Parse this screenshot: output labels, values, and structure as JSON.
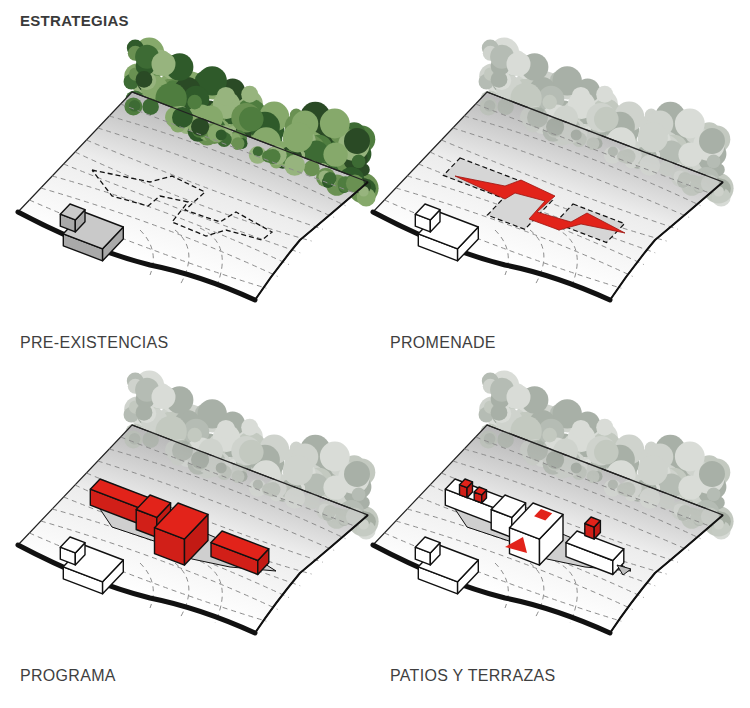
{
  "diagram": {
    "title": "ESTRATEGIAS",
    "labels": [
      "PRE-EXISTENCIAS",
      "PROMENADE",
      "PROGRAMA",
      "PATIOS Y TERRAZAS"
    ]
  }
}
